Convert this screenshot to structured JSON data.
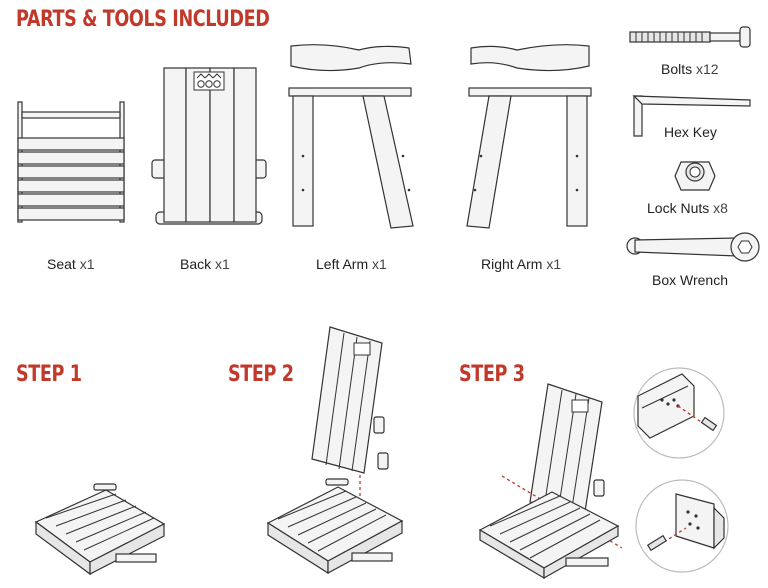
{
  "headings": {
    "parts_tools": "PARTS & TOOLS INCLUDED",
    "step1": "STEP 1",
    "step2": "STEP 2",
    "step3": "STEP 3"
  },
  "parts": [
    {
      "name": "Seat",
      "qty": "x1"
    },
    {
      "name": "Back",
      "qty": "x1"
    },
    {
      "name": "Left Arm",
      "qty": "x1"
    },
    {
      "name": "Right Arm",
      "qty": "x1"
    }
  ],
  "tools": [
    {
      "name": "Bolts",
      "qty": "x12"
    },
    {
      "name": "Hex Key",
      "qty": ""
    },
    {
      "name": "Lock Nuts",
      "qty": "x8"
    },
    {
      "name": "Box Wrench",
      "qty": ""
    }
  ],
  "colors": {
    "accent": "#c0392b",
    "line": "#333333",
    "fill": "#f4f4f4"
  }
}
